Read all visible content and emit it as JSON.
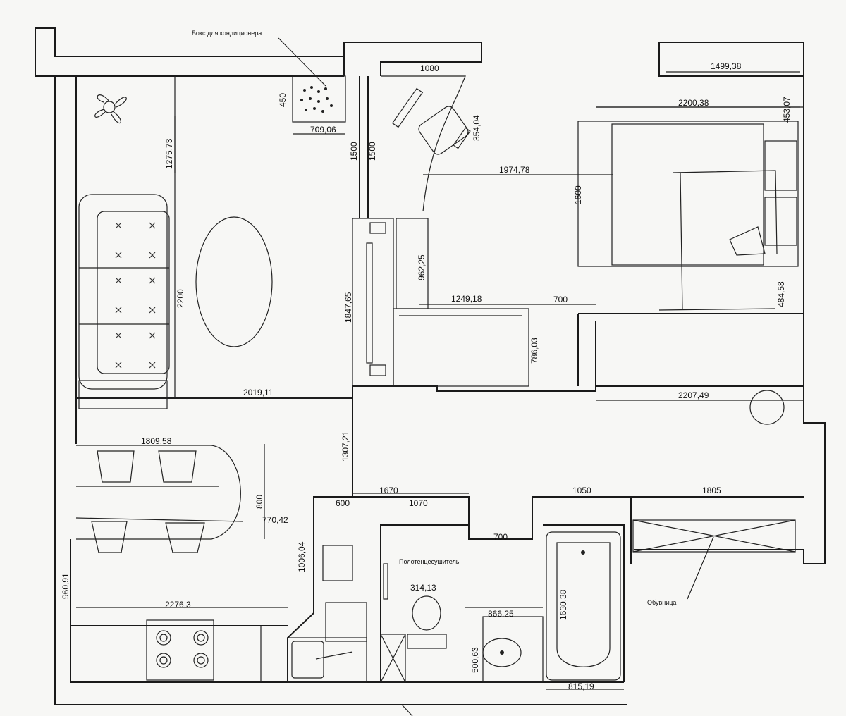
{
  "labels": {
    "ac_box": "Бокс для кондиционера",
    "towel_dryer": "Полотенцесушитель",
    "shoe_rack": "Обувница"
  },
  "dimensions": {
    "d1080": "1080",
    "d1499": "1499,38",
    "d453": "453,07",
    "d2200_38": "2200,38",
    "d450": "450",
    "d709": "709,06",
    "d1275": "1275,73",
    "d1500a": "1500",
    "d1500b": "1500",
    "d354": "354,04",
    "d1974": "1974,78",
    "d1600": "1600",
    "d962": "962,25",
    "d1847": "1847,65",
    "d2200": "2200",
    "d1249": "1249,18",
    "d700a": "700",
    "d484": "484,58",
    "d786": "786,03",
    "d2019": "2019,11",
    "d2207": "2207,49",
    "d1307": "1307,21",
    "d1809": "1809,58",
    "d800": "800",
    "d770": "770,42",
    "d1670": "1670",
    "d1050": "1050",
    "d1805": "1805",
    "d600": "600",
    "d1070": "1070",
    "d700b": "700",
    "d1006": "1006,04",
    "d960": "960,91",
    "d314": "314,13",
    "d866": "866,25",
    "d1630": "1630,38",
    "d500": "500,63",
    "d815": "815,19",
    "d2276": "2276,3"
  }
}
